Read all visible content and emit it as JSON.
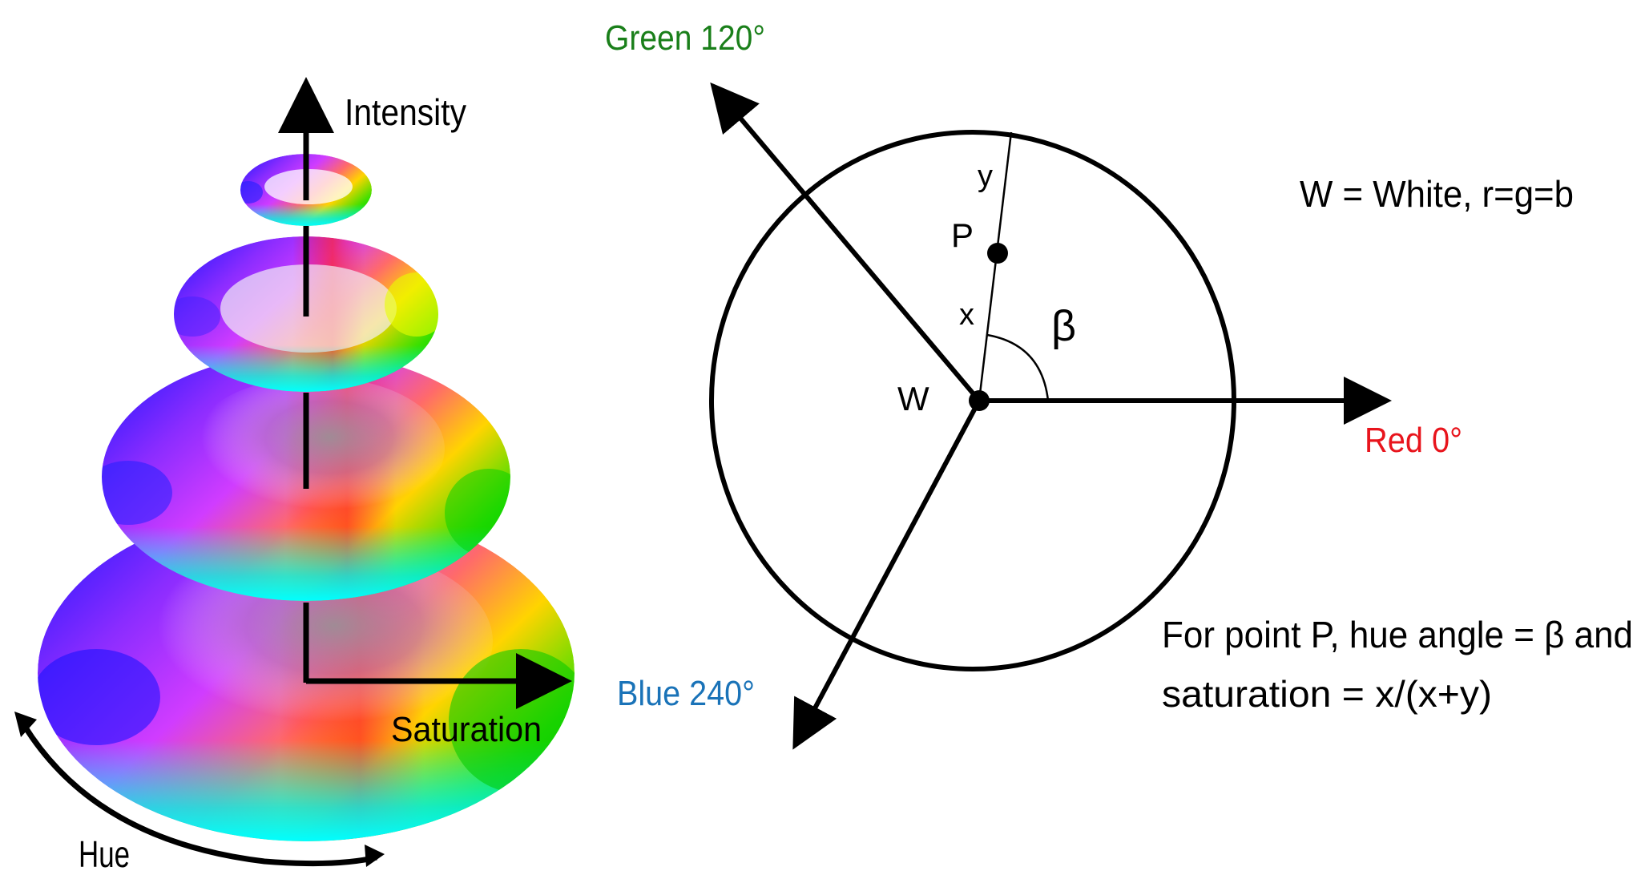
{
  "left_model": {
    "intensity_label": "Intensity",
    "saturation_label": "Saturation",
    "hue_label": "Hue"
  },
  "right_diagram": {
    "green_label": "Green 120°",
    "red_label": "Red 0°",
    "blue_label": "Blue 240°",
    "white_point_label": "W",
    "point_label": "P",
    "x_label": "x",
    "y_label": "y",
    "beta_label": "β",
    "legend_text": "W = White, r=g=b",
    "note_line1": "For point P, hue angle = β and",
    "note_line2": "saturation = x/(x+y)"
  },
  "colors": {
    "green_label": "#1a7f1a",
    "red_label": "#e8141c",
    "blue_label": "#1a73b8",
    "lines": "#000000"
  }
}
